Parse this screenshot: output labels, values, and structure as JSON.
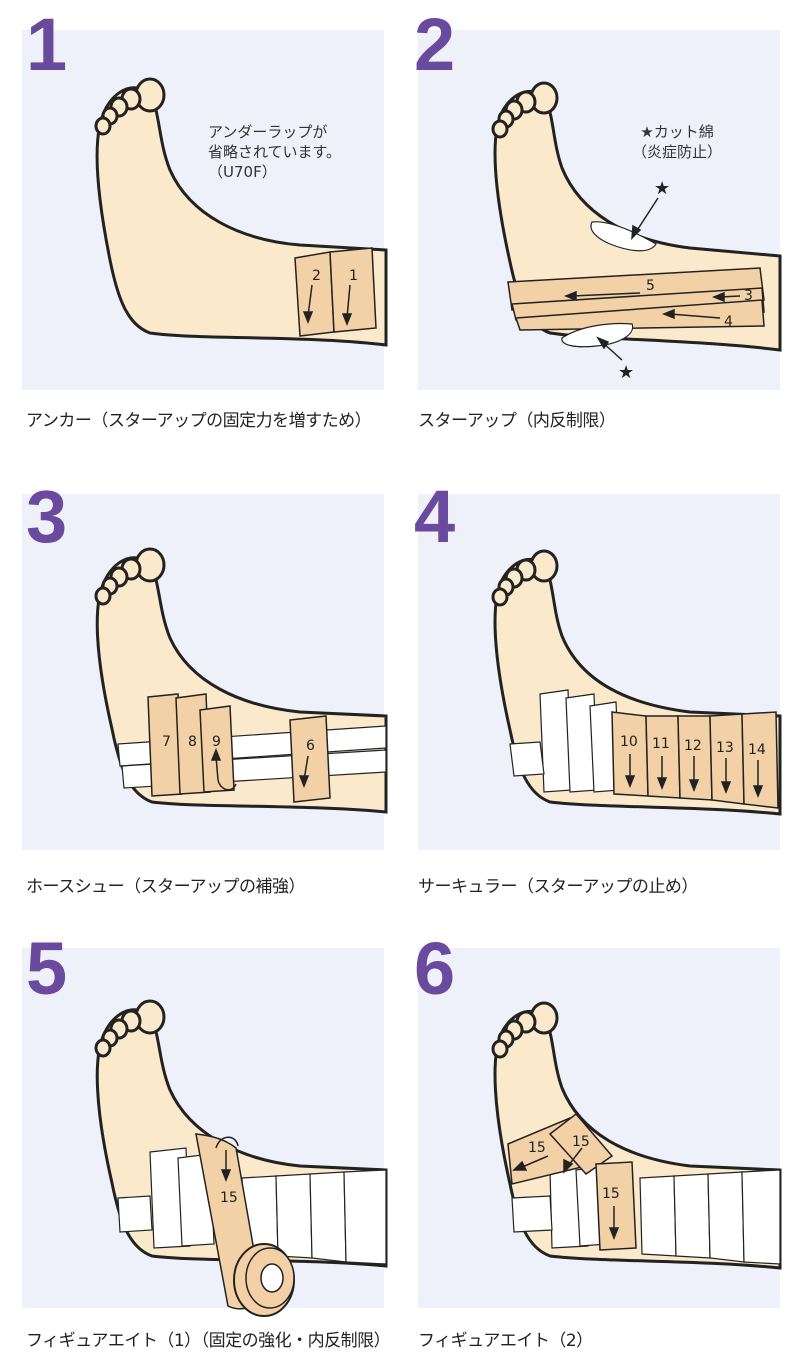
{
  "steps": [
    {
      "number": "1",
      "caption": "アンカー（スターアップの固定力を増すため）",
      "note_lines": [
        "アンダーラップが",
        "省略されています。",
        "（U70F）"
      ],
      "tape_labels": [
        "2",
        "1"
      ]
    },
    {
      "number": "2",
      "caption": "スターアップ（内反制限）",
      "note_lines": [
        "★カット綿",
        "（炎症防止）"
      ],
      "tape_labels": [
        "5",
        "3",
        "4"
      ],
      "star_mark": "★"
    },
    {
      "number": "3",
      "caption": "ホースシュー（スターアップの補強）",
      "tape_labels": [
        "7",
        "8",
        "9",
        "6"
      ]
    },
    {
      "number": "4",
      "caption": "サーキュラー（スターアップの止め）",
      "tape_labels": [
        "10",
        "11",
        "12",
        "13",
        "14"
      ]
    },
    {
      "number": "5",
      "caption": "フィギュアエイト（1）（固定の強化・内反制限）",
      "tape_labels": [
        "15"
      ]
    },
    {
      "number": "6",
      "caption": "フィギュアエイト（2）",
      "tape_labels": [
        "15",
        "15",
        "15"
      ]
    }
  ],
  "colors": {
    "number": "#6a4a9c",
    "panel_bg": "#eef1fa",
    "skin": "#fbe9cb",
    "tape": "#f2d1a6",
    "outline": "#222222"
  }
}
